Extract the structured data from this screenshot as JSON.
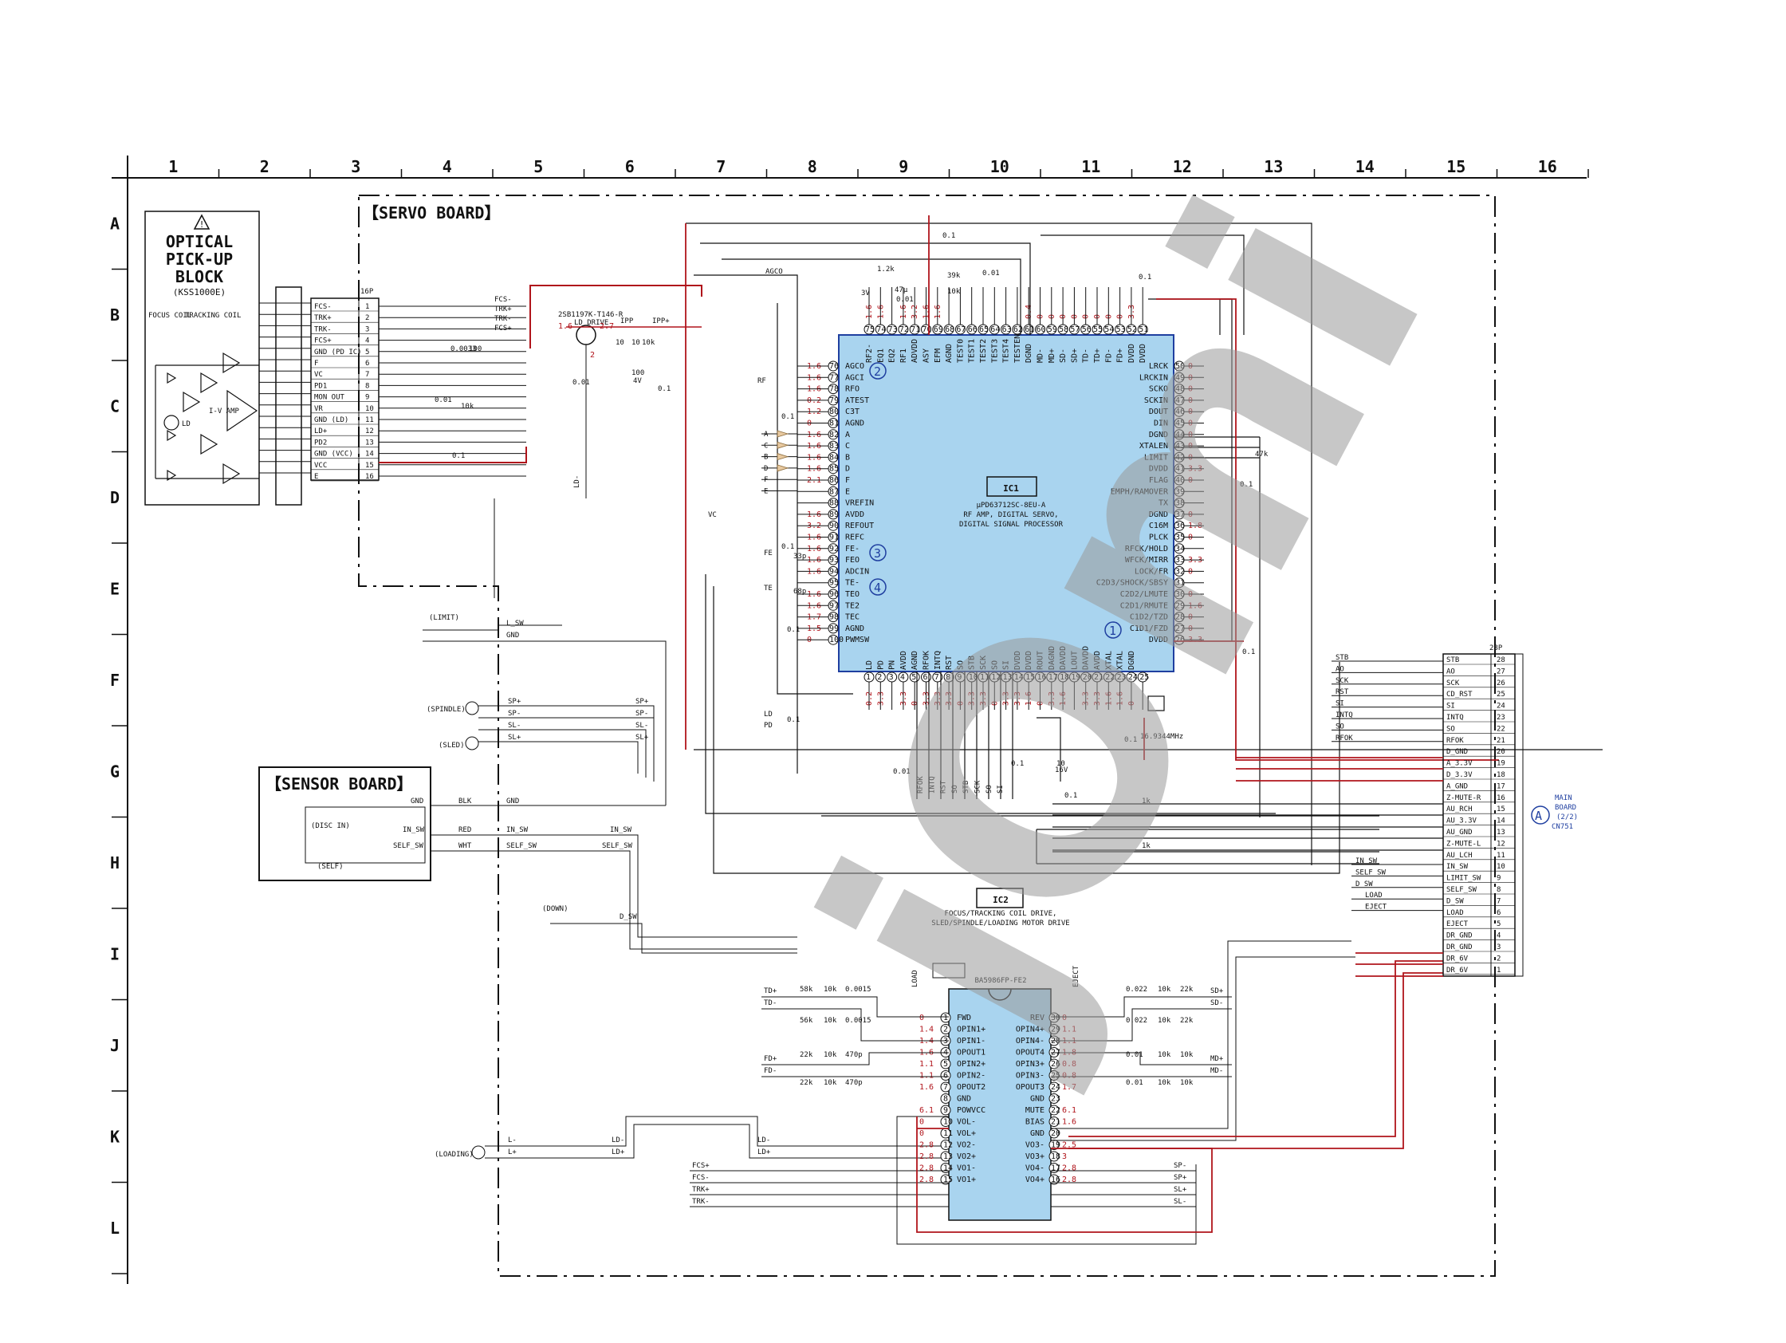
{
  "grid": {
    "columns": [
      "1",
      "2",
      "3",
      "4",
      "5",
      "6",
      "7",
      "8",
      "9",
      "10",
      "11",
      "12",
      "13",
      "14",
      "15",
      "16"
    ],
    "rows": [
      "A",
      "B",
      "C",
      "D",
      "E",
      "F",
      "G",
      "H",
      "I",
      "J",
      "K",
      "L"
    ]
  },
  "boards": {
    "servo": "【SERVO BOARD】",
    "sensor": "【SENSOR BOARD】"
  },
  "pickup": {
    "title_lines": [
      "OPTICAL",
      "PICK-UP",
      "BLOCK"
    ],
    "model": "(KSS1000E)",
    "focus_coil": "FOCUS COIL",
    "tracking_coil": "TRACKING COIL",
    "iv_amp": "I-V AMP",
    "ld": "LD"
  },
  "connector_left": {
    "pins_label": "16P",
    "pins": [
      {
        "n": "1",
        "name": "FCS-"
      },
      {
        "n": "2",
        "name": "TRK+"
      },
      {
        "n": "3",
        "name": "TRK-"
      },
      {
        "n": "4",
        "name": "FCS+"
      },
      {
        "n": "5",
        "name": "GND (PD IC)"
      },
      {
        "n": "6",
        "name": "F"
      },
      {
        "n": "7",
        "name": "VC"
      },
      {
        "n": "8",
        "name": "PD1"
      },
      {
        "n": "9",
        "name": "MON OUT"
      },
      {
        "n": "10",
        "name": "VR"
      },
      {
        "n": "11",
        "name": "GND (LD)"
      },
      {
        "n": "12",
        "name": "LD+"
      },
      {
        "n": "13",
        "name": "PD2"
      },
      {
        "n": "14",
        "name": "GND (VCC)"
      },
      {
        "n": "15",
        "name": "VCC"
      },
      {
        "n": "16",
        "name": "E"
      }
    ],
    "signals": [
      "FCS-",
      "TRK+",
      "TRK-",
      "FCS+"
    ]
  },
  "ld_drive": {
    "transistor": "2SB1197K-T146-R",
    "function": "LD DRIVE",
    "label_ipp": "IPP",
    "label_ipp2": "IPP+",
    "caps": [
      "0.01",
      "100",
      "4V",
      "0.1"
    ],
    "resistors": [
      "10",
      "10",
      "10k",
      "0.0033",
      "100",
      "0.01",
      "10k",
      "0.1"
    ]
  },
  "ic1": {
    "ref": "IC1",
    "part": "μPD63712SC-8EU-A",
    "desc1": "RF AMP, DIGITAL SERVO,",
    "desc2": "DIGITAL SIGNAL PROCESSOR",
    "left_pins": [
      {
        "n": "76",
        "name": "AGCO"
      },
      {
        "n": "77",
        "name": "AGCI"
      },
      {
        "n": "78",
        "name": "RFO"
      },
      {
        "n": "79",
        "name": "ATEST"
      },
      {
        "n": "80",
        "name": "C3T"
      },
      {
        "n": "81",
        "name": "AGND"
      },
      {
        "n": "82",
        "name": "A"
      },
      {
        "n": "83",
        "name": "C"
      },
      {
        "n": "84",
        "name": "B"
      },
      {
        "n": "85",
        "name": "D"
      },
      {
        "n": "86",
        "name": "F"
      },
      {
        "n": "87",
        "name": "E"
      },
      {
        "n": "88",
        "name": "VREFIN"
      },
      {
        "n": "89",
        "name": "AVDD"
      },
      {
        "n": "90",
        "name": "REFOUT"
      },
      {
        "n": "91",
        "name": "REFC"
      },
      {
        "n": "92",
        "name": "FE-"
      },
      {
        "n": "93",
        "name": "FEO"
      },
      {
        "n": "94",
        "name": "ADCIN"
      },
      {
        "n": "95",
        "name": "TE-"
      },
      {
        "n": "96",
        "name": "TEO"
      },
      {
        "n": "97",
        "name": "TE2"
      },
      {
        "n": "98",
        "name": "TEC"
      },
      {
        "n": "99",
        "name": "AGND"
      },
      {
        "n": "100",
        "name": "PWMSW"
      }
    ],
    "left_volts": [
      "1.6",
      "1.6",
      "1.6",
      "0.2",
      "1.2",
      "0",
      "1.6",
      "1.6",
      "1.6",
      "1.6",
      "2.1",
      "",
      "",
      "1.6",
      "3.2",
      "1.6",
      "1.6",
      "1.6",
      "1.6",
      "",
      "1.6",
      "1.6",
      "1.7",
      "1.5",
      "0"
    ],
    "right_pins": [
      {
        "n": "50",
        "name": "LRCK"
      },
      {
        "n": "49",
        "name": "LRCKIN"
      },
      {
        "n": "48",
        "name": "SCKO"
      },
      {
        "n": "47",
        "name": "SCKIN"
      },
      {
        "n": "46",
        "name": "DOUT"
      },
      {
        "n": "45",
        "name": "DIN"
      },
      {
        "n": "44",
        "name": "DGND"
      },
      {
        "n": "43",
        "name": "XTALEN"
      },
      {
        "n": "42",
        "name": "LIMIT"
      },
      {
        "n": "41",
        "name": "DVDD"
      },
      {
        "n": "40",
        "name": "FLAG"
      },
      {
        "n": "39",
        "name": "EMPH/RAMOVER"
      },
      {
        "n": "38",
        "name": "TX"
      },
      {
        "n": "37",
        "name": "DGND"
      },
      {
        "n": "36",
        "name": "C16M"
      },
      {
        "n": "35",
        "name": "PLCK"
      },
      {
        "n": "34",
        "name": "RFCK/HOLD"
      },
      {
        "n": "33",
        "name": "WFCK/MIRR"
      },
      {
        "n": "32",
        "name": "LOCK/FR"
      },
      {
        "n": "31",
        "name": "C2D3/SHOCK/SBSY"
      },
      {
        "n": "30",
        "name": "C2D2/LMUTE"
      },
      {
        "n": "29",
        "name": "C2D1/RMUTE"
      },
      {
        "n": "28",
        "name": "C1D2/TZD"
      },
      {
        "n": "27",
        "name": "C1D1/FZD"
      },
      {
        "n": "26",
        "name": "DVDD"
      }
    ],
    "right_volts": [
      "0",
      "0",
      "0",
      "0",
      "0",
      "0",
      "0",
      "0",
      "0",
      "3.3",
      "0",
      "",
      "",
      "0",
      "1.8",
      "0",
      "",
      "3.3",
      "0",
      "",
      "0",
      "1.6",
      "0",
      "0",
      "3.3"
    ],
    "top_pins": [
      {
        "n": "75",
        "name": "RF2-"
      },
      {
        "n": "74",
        "name": "EQ1"
      },
      {
        "n": "73",
        "name": "EQ2"
      },
      {
        "n": "72",
        "name": "RF1"
      },
      {
        "n": "71",
        "name": "ADVDD"
      },
      {
        "n": "70",
        "name": "ASY"
      },
      {
        "n": "69",
        "name": "EFM"
      },
      {
        "n": "68",
        "name": "AGND"
      },
      {
        "n": "67",
        "name": "TEST0"
      },
      {
        "n": "66",
        "name": "TEST1"
      },
      {
        "n": "65",
        "name": "TEST2"
      },
      {
        "n": "64",
        "name": "TEST3"
      },
      {
        "n": "63",
        "name": "TEST4"
      },
      {
        "n": "62",
        "name": "TESTEN"
      },
      {
        "n": "61",
        "name": "DGND"
      },
      {
        "n": "60",
        "name": "MD-"
      },
      {
        "n": "59",
        "name": "MD+"
      },
      {
        "n": "58",
        "name": "SD-"
      },
      {
        "n": "57",
        "name": "SD+"
      },
      {
        "n": "56",
        "name": "TD-"
      },
      {
        "n": "55",
        "name": "TD+"
      },
      {
        "n": "54",
        "name": "FD-"
      },
      {
        "n": "53",
        "name": "FD+"
      },
      {
        "n": "52",
        "name": "DVDD"
      },
      {
        "n": "51",
        "name": "DVDD"
      }
    ],
    "top_volts": [
      "1.6",
      "1.6",
      "",
      "1.6",
      "3.2",
      "1.6",
      "1.6",
      "",
      "",
      "",
      "",
      "",
      "",
      "",
      "0.4",
      "0",
      "0",
      "0",
      "0",
      "0",
      "0",
      "0",
      "0",
      "3.3",
      ""
    ],
    "bottom_pins": [
      {
        "n": "1",
        "name": "LD"
      },
      {
        "n": "2",
        "name": "PD"
      },
      {
        "n": "3",
        "name": "PN"
      },
      {
        "n": "4",
        "name": "AVDD"
      },
      {
        "n": "5",
        "name": "AGND"
      },
      {
        "n": "6",
        "name": "RFOK"
      },
      {
        "n": "7",
        "name": "INTQ"
      },
      {
        "n": "8",
        "name": "RST"
      },
      {
        "n": "9",
        "name": "SO"
      },
      {
        "n": "10",
        "name": "STB"
      },
      {
        "n": "11",
        "name": "SCK"
      },
      {
        "n": "12",
        "name": "SO"
      },
      {
        "n": "13",
        "name": "SI"
      },
      {
        "n": "14",
        "name": "DVDD"
      },
      {
        "n": "15",
        "name": "DVDD"
      },
      {
        "n": "16",
        "name": "ROUT"
      },
      {
        "n": "17",
        "name": "DAGND"
      },
      {
        "n": "18",
        "name": "DAVDD"
      },
      {
        "n": "19",
        "name": "LOUT"
      },
      {
        "n": "20",
        "name": "DAVDD"
      },
      {
        "n": "21",
        "name": "AVDD"
      },
      {
        "n": "22",
        "name": "XTAL"
      },
      {
        "n": "23",
        "name": "XTAL"
      },
      {
        "n": "24",
        "name": "DGND"
      },
      {
        "n": "25",
        "name": ""
      }
    ],
    "bottom_volts": [
      "0.2",
      "3.3",
      "",
      "3.3",
      "0",
      "3.3",
      "3.3",
      "3.3",
      "0",
      "3.3",
      "3.3",
      "0",
      "3.3",
      "3.3",
      "1.6",
      "0",
      "3.3",
      "1.6",
      "",
      "3.3",
      "3.3",
      "1.6",
      "1.6",
      "0",
      ""
    ],
    "crystal": "16.9344MHz",
    "circles": [
      "1",
      "2",
      "3",
      "4"
    ]
  },
  "ic2": {
    "ref": "IC2",
    "desc1": "FOCUS/TRACKING COIL DRIVE,",
    "desc2": "SLED/SPINDLE/LOADING MOTOR DRIVE",
    "part": "BA5986FP-FE2",
    "left_pins": [
      {
        "n": "1",
        "name": "FWD"
      },
      {
        "n": "2",
        "name": "OPIN1+"
      },
      {
        "n": "3",
        "name": "OPIN1-"
      },
      {
        "n": "4",
        "name": "OPOUT1"
      },
      {
        "n": "5",
        "name": "OPIN2+"
      },
      {
        "n": "6",
        "name": "OPIN2-"
      },
      {
        "n": "7",
        "name": "OPOUT2"
      },
      {
        "n": "8",
        "name": "GND"
      },
      {
        "n": "9",
        "name": "POWVCC"
      },
      {
        "n": "10",
        "name": "VOL-"
      },
      {
        "n": "11",
        "name": "VOL+"
      },
      {
        "n": "12",
        "name": "VO2-"
      },
      {
        "n": "13",
        "name": "VO2+"
      },
      {
        "n": "14",
        "name": "VO1-"
      },
      {
        "n": "15",
        "name": "VO1+"
      }
    ],
    "left_volts": [
      "0",
      "1.4",
      "1.4",
      "1.6",
      "1.1",
      "1.1",
      "1.6",
      "",
      "6.1",
      "0",
      "0",
      "2.8",
      "2.8",
      "2.8",
      "2.8"
    ],
    "right_pins": [
      {
        "n": "30",
        "name": "REV"
      },
      {
        "n": "29",
        "name": "OPIN4+"
      },
      {
        "n": "28",
        "name": "OPIN4-"
      },
      {
        "n": "27",
        "name": "OPOUT4"
      },
      {
        "n": "26",
        "name": "OPIN3+"
      },
      {
        "n": "25",
        "name": "OPIN3-"
      },
      {
        "n": "24",
        "name": "OPOUT3"
      },
      {
        "n": "23",
        "name": "GND"
      },
      {
        "n": "22",
        "name": "MUTE"
      },
      {
        "n": "21",
        "name": "BIAS"
      },
      {
        "n": "20",
        "name": "GND"
      },
      {
        "n": "19",
        "name": "VO3-"
      },
      {
        "n": "18",
        "name": "VO3+"
      },
      {
        "n": "17",
        "name": "VO4-"
      },
      {
        "n": "16",
        "name": "VO4+"
      }
    ],
    "right_volts": [
      "0",
      "1.1",
      "1.1",
      "1.8",
      "0.8",
      "0.8",
      "1.7",
      "",
      "6.1",
      "1.6",
      "",
      "2.5",
      "3",
      "2.8",
      "2.8"
    ],
    "side_labels": [
      "LOAD",
      "EJECT"
    ],
    "left_io": [
      "TD+",
      "TD-",
      "FD+",
      "FD-"
    ],
    "right_io": [
      "SD+",
      "SD-",
      "MD+",
      "MD-"
    ],
    "bottom_io_left": [
      "FCS+",
      "FCS-",
      "TRK+",
      "TRK-"
    ],
    "bottom_io_right": [
      "SP-",
      "SP+",
      "SL+",
      "SL-"
    ],
    "components_left": [
      "58k",
      "10k",
      "0.0015",
      "56k",
      "10k",
      "0.0015",
      "22k",
      "10k",
      "470p",
      "22k",
      "10k",
      "470p"
    ],
    "components_right": [
      "0.022",
      "10k",
      "22k",
      "0.022",
      "10k",
      "22k",
      "0.01",
      "10k",
      "10k",
      "0.01",
      "10k",
      "10k"
    ]
  },
  "switches": {
    "limit": "(LIMIT)",
    "l_sw": "L_SW",
    "gnd": "GND",
    "spindle": "(SPINDLE)",
    "sled": "(SLED)",
    "loading": "(LOADING)",
    "down": "(DOWN)",
    "d_sw": "D_SW",
    "motor_nets": [
      "SP+",
      "SP-",
      "SL-",
      "SL+"
    ],
    "loading_nets": [
      "L-",
      "L+",
      "LD-",
      "LD+"
    ]
  },
  "sensor_board": {
    "disc_in": "(DISC IN)",
    "self": "(SELF)",
    "nets": [
      {
        "name": "GND",
        "wire": "BLK",
        "out": "GND"
      },
      {
        "name": "IN_SW",
        "wire": "RED",
        "out": "IN_SW"
      },
      {
        "name": "SELF_SW",
        "wire": "WHT",
        "out": "SELF_SW"
      }
    ]
  },
  "connector_right": {
    "pins_label": "28P",
    "pins": [
      {
        "n": "28",
        "name": "STB"
      },
      {
        "n": "27",
        "name": "AO"
      },
      {
        "n": "26",
        "name": "SCK"
      },
      {
        "n": "25",
        "name": "CD_RST"
      },
      {
        "n": "24",
        "name": "SI"
      },
      {
        "n": "23",
        "name": "INTQ"
      },
      {
        "n": "22",
        "name": "SO"
      },
      {
        "n": "21",
        "name": "RFOK"
      },
      {
        "n": "20",
        "name": "D_GND"
      },
      {
        "n": "19",
        "name": "A_3.3V"
      },
      {
        "n": "18",
        "name": "D_3.3V"
      },
      {
        "n": "17",
        "name": "A_GND"
      },
      {
        "n": "16",
        "name": "Z-MUTE-R"
      },
      {
        "n": "15",
        "name": "AU_RCH"
      },
      {
        "n": "14",
        "name": "AU_3.3V"
      },
      {
        "n": "13",
        "name": "AU_GND"
      },
      {
        "n": "12",
        "name": "Z-MUTE-L"
      },
      {
        "n": "11",
        "name": "AU_LCH"
      },
      {
        "n": "10",
        "name": "IN_SW"
      },
      {
        "n": "9",
        "name": "LIMIT_SW"
      },
      {
        "n": "8",
        "name": "SELF_SW"
      },
      {
        "n": "7",
        "name": "D_SW"
      },
      {
        "n": "6",
        "name": "LOAD"
      },
      {
        "n": "5",
        "name": "EJECT"
      },
      {
        "n": "4",
        "name": "DR_GND"
      },
      {
        "n": "3",
        "name": "DR_GND"
      },
      {
        "n": "2",
        "name": "DR_6V"
      },
      {
        "n": "1",
        "name": "DR_6V"
      }
    ],
    "wire_labels": [
      "STB",
      "AO",
      "SCK",
      "RST",
      "SI",
      "INTQ",
      "SO",
      "RFOK",
      "IN_SW",
      "SELF_SW",
      "D_SW",
      "LOAD",
      "EJECT"
    ],
    "main_board": [
      "MAIN",
      "BOARD",
      "(2/2)",
      "CN751"
    ],
    "ref_letter": "A"
  },
  "misc": {
    "ic1_caps": [
      "1.2k",
      "47μ",
      "3V",
      "0.01",
      "39k",
      "0.01",
      "10k",
      "0.1",
      "0.1",
      "47k",
      "0.1",
      "0.1",
      "0.1"
    ],
    "ic1_left_labels": [
      "AGCO",
      "RF",
      "VC",
      "FE",
      "TE",
      "LD",
      "PD"
    ],
    "caps_misc": [
      "0.1",
      "0.1",
      "33p",
      "68p",
      "0.1",
      "0.1",
      "0.01",
      "0.1",
      "10",
      "16V",
      "0.1",
      "1k",
      "1k"
    ],
    "bottom_labels": [
      "RFOK",
      "INTQ",
      "RST",
      "SO",
      "STB",
      "SCK",
      "SO",
      "SI"
    ]
  },
  "watermark": "jOmi"
}
